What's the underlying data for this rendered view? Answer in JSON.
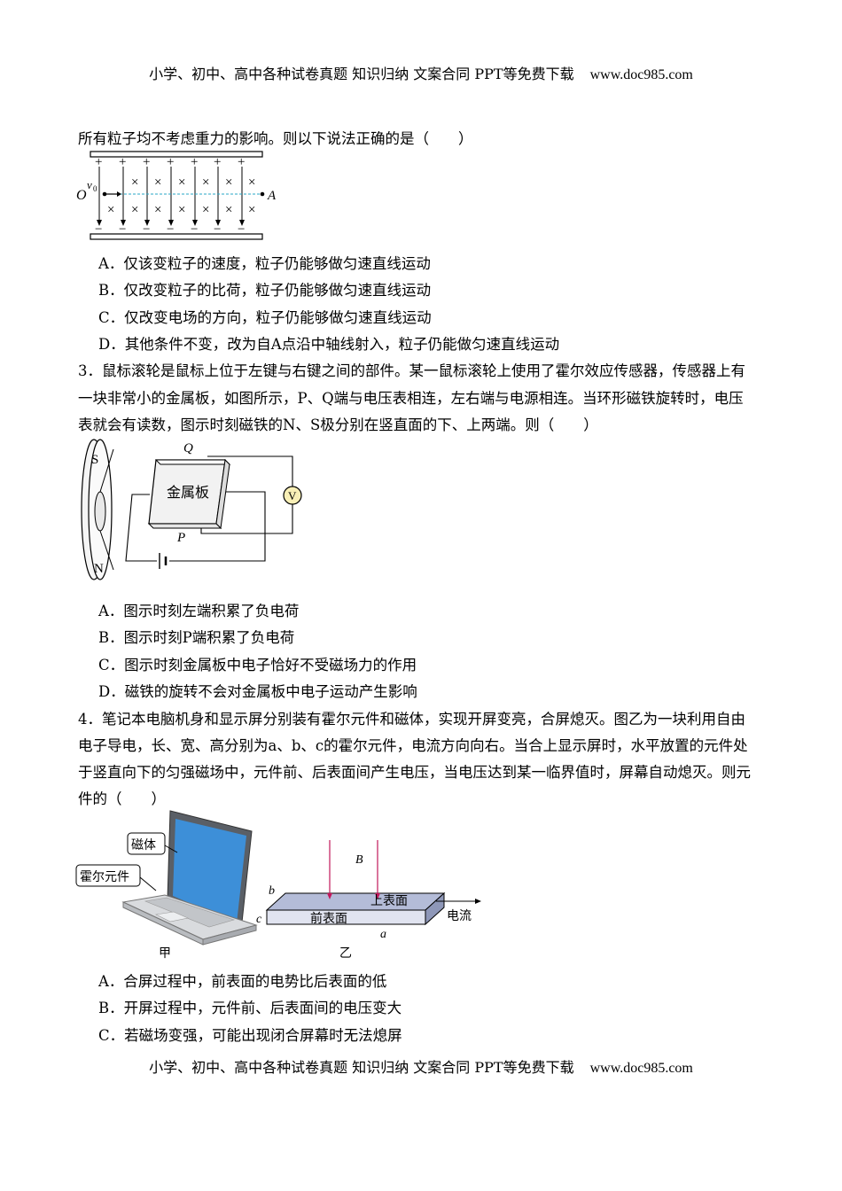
{
  "header": {
    "text": "小学、初中、高中各种试卷真题  知识归纳  文案合同  PPT等免费下载",
    "site": "www.doc985.com"
  },
  "footer": {
    "text": "小学、初中、高中各种试卷真题  知识归纳  文案合同  PPT等免费下载",
    "site": "www.doc985.com"
  },
  "q2": {
    "stem_tail": "所有粒子均不考虑重力的影响。则以下说法正确的是（　　）",
    "figure": {
      "plus": "+",
      "minus": "−",
      "cross": "×",
      "v0": "v",
      "v0_sub": "0",
      "O": "O",
      "A": "A"
    },
    "options": [
      "A．仅该变粒子的速度，粒子仍能够做匀速直线运动",
      "B．仅改变粒子的比荷，粒子仍能够做匀速直线运动",
      "C．仅改变电场的方向，粒子仍能够做匀速直线运动",
      "D．其他条件不变，改为自A点沿中轴线射入，粒子仍能做匀速直线运动"
    ]
  },
  "q3": {
    "lines": [
      "3．鼠标滚轮是鼠标上位于左键与右键之间的部件。某一鼠标滚轮上使用了霍尔效应传感器，传感器上有",
      "一块非常小的金属板，如图所示，P、Q端与电压表相连，左右端与电源相连。当环形磁铁旋转时，电压",
      "表就会有读数，图示时刻磁铁的N、S极分别在竖直面的下、上两端。则（　　）"
    ],
    "figure": {
      "S": "S",
      "N": "N",
      "Q": "Q",
      "P": "P",
      "plate": "金属板",
      "V": "V"
    },
    "options": [
      "A．图示时刻左端积累了负电荷",
      "B．图示时刻P端积累了负电荷",
      "C．图示时刻金属板中电子恰好不受磁场力的作用",
      "D．磁铁的旋转不会对金属板中电子运动产生影响"
    ]
  },
  "q4": {
    "lines": [
      "4．笔记本电脑机身和显示屏分别装有霍尔元件和磁体，实现开屏变亮，合屏熄灭。图乙为一块利用自由",
      "电子导电，长、宽、高分别为a、b、c的霍尔元件，电流方向向右。当合上显示屏时，水平放置的元件处",
      "于竖直向下的匀强磁场中，元件前、后表面间产生电压，当电压达到某一临界值时，屏幕自动熄灭。则元",
      "件的（　　）"
    ],
    "figure": {
      "magnet": "磁体",
      "hall": "霍尔元件",
      "jia": "甲",
      "yi": "乙",
      "B": "B",
      "top": "上表面",
      "front": "前表面",
      "current": "电流",
      "a": "a",
      "b": "b",
      "c": "c"
    },
    "options": [
      "A．合屏过程中，前表面的电势比后表面的低",
      "B．开屏过程中，元件前、后表面间的电压变大",
      "C．若磁场变强，可能出现闭合屏幕时无法熄屏"
    ]
  }
}
